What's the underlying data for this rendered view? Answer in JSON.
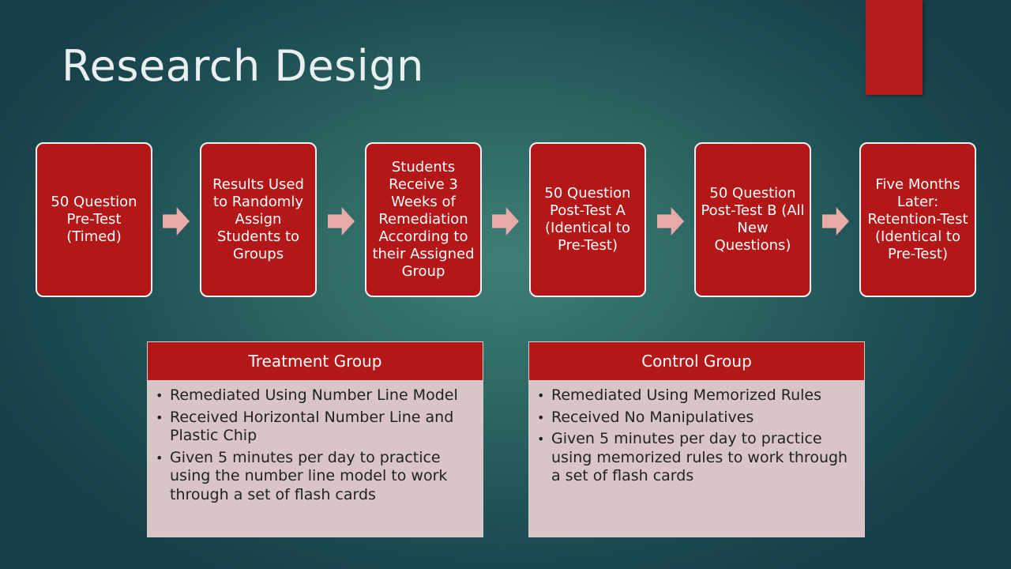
{
  "slide": {
    "title": "Research Design",
    "accent_color": "#b51c1c"
  },
  "steps": [
    "50 Question Pre-Test (Timed)",
    "Results Used to Randomly Assign Students to Groups",
    "Students Receive 3 Weeks of Remediation According to their Assigned Group",
    "50 Question Post-Test A (Identical to Pre-Test)",
    "50 Question Post-Test B (All New Questions)",
    "Five Months Later: Retention-Test (Identical to Pre-Test)"
  ],
  "treatment": {
    "header": "Treatment Group",
    "items": [
      "Remediated Using Number Line Model",
      "Received Horizontal Number Line and Plastic Chip",
      "Given 5 minutes per day to practice using the number line model to work through a set of flash cards"
    ]
  },
  "control": {
    "header": "Control Group",
    "items": [
      "Remediated Using Memorized Rules",
      "Received No Manipulatives",
      "Given 5 minutes per day to practice using memorized rules to work through a set of flash cards"
    ]
  }
}
